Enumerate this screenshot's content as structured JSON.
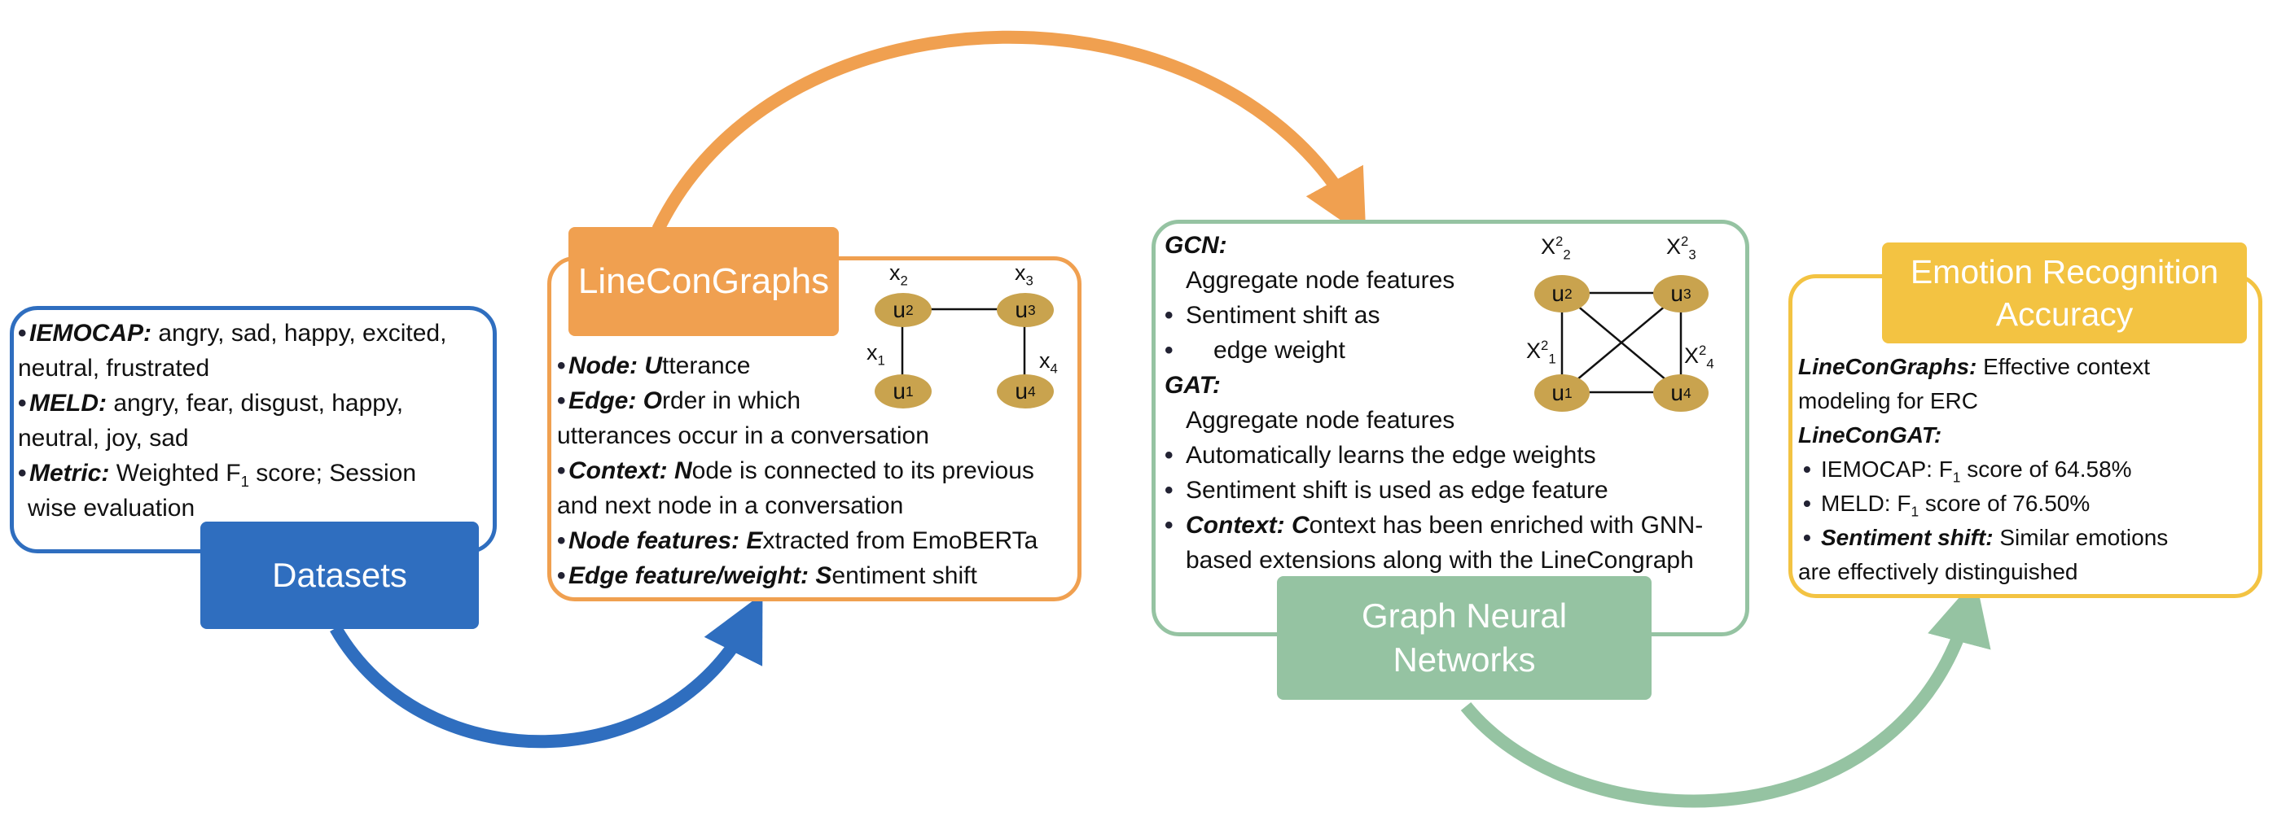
{
  "colors": {
    "datasets": "#2f6ebf",
    "lineconographs": "#f0a050",
    "gnn": "#95c3a2",
    "emotion": "#f3c342"
  },
  "datasets": {
    "title": "Datasets",
    "iemocap_label": "IEMOCAP:",
    "iemocap_text1": " angry, sad, happy, excited,",
    "iemocap_text2": "neutral, frustrated",
    "meld_label": "MELD:",
    "meld_text1": " angry, fear, disgust, happy,",
    "meld_text2": "neutral, joy, sad",
    "metric_label": "Metric:",
    "metric_text1a": " Weighted F",
    "metric_sub": "1",
    "metric_text1b": " score; Session",
    "metric_text2": "wise evaluation"
  },
  "lcg": {
    "title": "LineConGraphs",
    "node_label": "Node: U",
    "node_text": "tterance",
    "edge_label": "Edge: O",
    "edge_text1": "rder in which",
    "edge_text2": "utterances occur in a conversation",
    "context_label": "Context: N",
    "context_text1": "ode is connected to its previous",
    "context_text2": "and next node in a conversation",
    "nodefeat_label": "Node features: E",
    "nodefeat_text": "xtracted from EmoBERTa",
    "edgefeat_label": "Edge feature/weight: S",
    "edgefeat_text": "entiment shift",
    "graph": {
      "x_label": "x",
      "u_label": "u",
      "subs": [
        "1",
        "2",
        "3",
        "4"
      ]
    }
  },
  "gnn": {
    "title1": "Graph Neural",
    "title2": "Networks",
    "gcn_label": "GCN:",
    "gcn_item1": "Aggregate node features",
    "gcn_item2": "Sentiment shift as",
    "gcn_item3": "edge weight",
    "gat_label": "GAT:",
    "gat_item1": "Aggregate node features",
    "gat_item2": "Automatically learns the edge weights",
    "gat_item3": "Sentiment shift is used as edge feature",
    "context_label": "Context: C",
    "context_text1": "ontext has been enriched with GNN-",
    "context_text2": "based extensions along with the LineCongraph",
    "graph": {
      "x_label": "X",
      "sup": "2",
      "u_label": "u",
      "subs": [
        "1",
        "2",
        "3",
        "4"
      ]
    }
  },
  "emotion": {
    "title1": "Emotion Recognition",
    "title2": "Accuracy",
    "lcg_label": "LineConGraphs:",
    "lcg_text1": " Effective context",
    "lcg_text2": "modeling for ERC",
    "gat_label": "LineConGAT:",
    "iemocap_a": "IEMOCAP: F",
    "iemocap_sub": "1",
    "iemocap_b": " score of 64.58%",
    "meld_a": "MELD: F",
    "meld_sub": "1",
    "meld_b": " score of 76.50%",
    "shift_label": "Sentiment shift:",
    "shift_text1": "  Similar emotions",
    "shift_text2": "are effectively distinguished"
  }
}
